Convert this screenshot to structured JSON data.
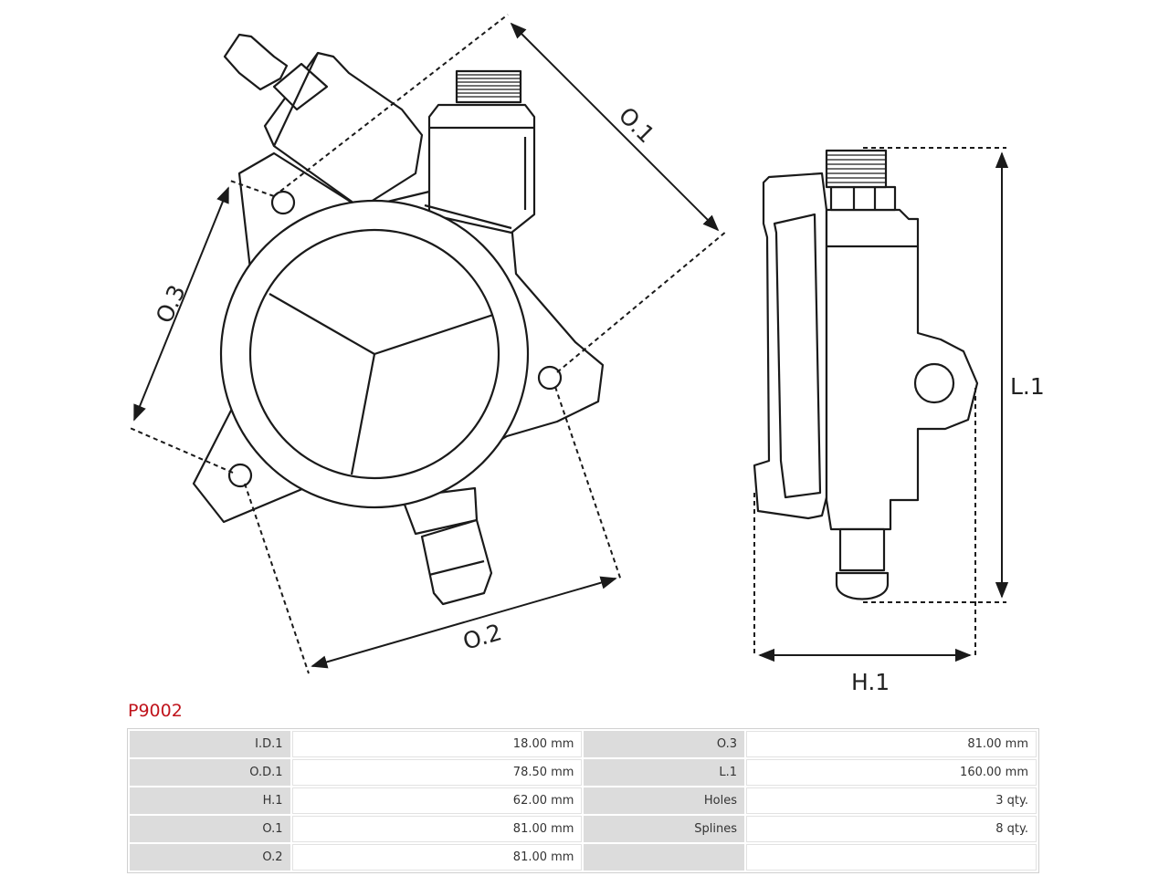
{
  "diagram": {
    "labels": {
      "o1": "O.1",
      "o2": "O.2",
      "o3": "O.3",
      "l1": "L.1",
      "h1": "H.1"
    }
  },
  "part": {
    "number": "P9002"
  },
  "specs": {
    "rows": [
      {
        "label_left": "I.D.1",
        "value_left": "18.00 mm",
        "label_right": "O.3",
        "value_right": "81.00 mm"
      },
      {
        "label_left": "O.D.1",
        "value_left": "78.50 mm",
        "label_right": "L.1",
        "value_right": "160.00 mm"
      },
      {
        "label_left": "H.1",
        "value_left": "62.00 mm",
        "label_right": "Holes",
        "value_right": "3 qty."
      },
      {
        "label_left": "O.1",
        "value_left": "81.00 mm",
        "label_right": "Splines",
        "value_right": "8 qty."
      },
      {
        "label_left": "O.2",
        "value_left": "81.00 mm",
        "label_right": "",
        "value_right": ""
      }
    ]
  },
  "colors": {
    "part_number": "#c0141c",
    "label_cell": "#dcdcdc",
    "line": "#1a1a1a"
  }
}
